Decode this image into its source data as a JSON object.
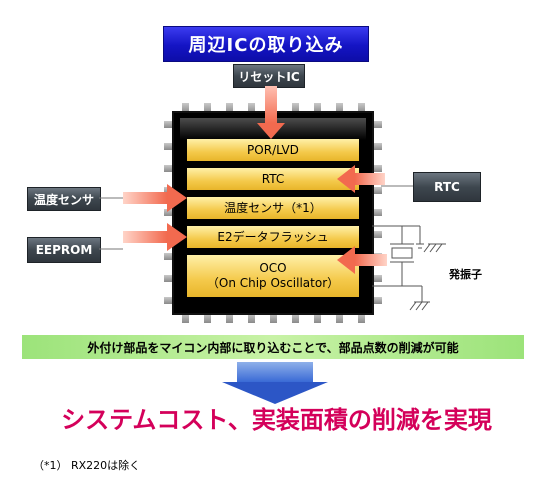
{
  "title": "周辺ICの取り込み",
  "external": {
    "reset_ic": "リセットIC",
    "temp_sensor": "温度センサ",
    "eeprom": "EEPROM",
    "rtc": "RTC"
  },
  "chip_blocks": {
    "por_lvd": "POR/LVD",
    "rtc": "RTC",
    "temp_sensor": "温度センサ（*1）",
    "e2_flash": "E2データフラッシュ",
    "oco_line1": "OCO",
    "oco_line2": "（On Chip Oscillator）"
  },
  "oscillator_label": "発振子",
  "benefit": "外付け部品をマイコン内部に取り込むことで、部品点数の削減が可能",
  "slogan": "システムコスト、実装面積の削減を実現",
  "footnote": "（*1） RX220は除く",
  "colors": {
    "title_bg": "#1414c4",
    "arrow": "#f47a62",
    "block": "#f4c94a",
    "benefit_bg": "#9ce37a",
    "slogan_text": "#d4005a"
  }
}
